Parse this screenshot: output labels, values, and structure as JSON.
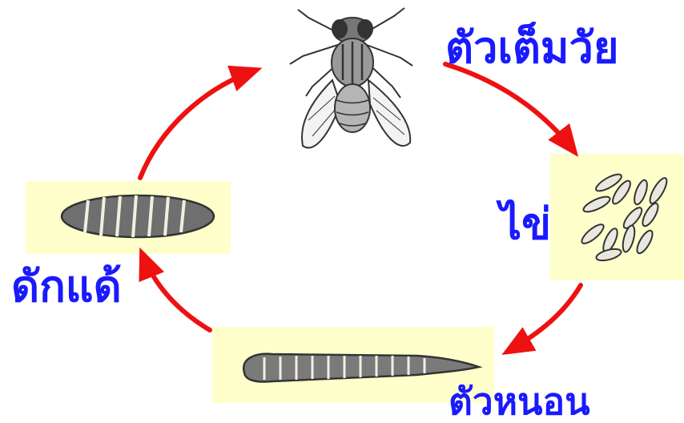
{
  "stages": {
    "adult": {
      "label": "ตัวเต็มวัย"
    },
    "egg": {
      "label": "ไข่"
    },
    "larva": {
      "label": "ตัวหนอน"
    },
    "pupa": {
      "label": "ดักแด้"
    }
  },
  "colors": {
    "label": "#1a1aff",
    "arrow": "#ee1111",
    "panel": "#ffffcc",
    "ink": "#333333"
  }
}
